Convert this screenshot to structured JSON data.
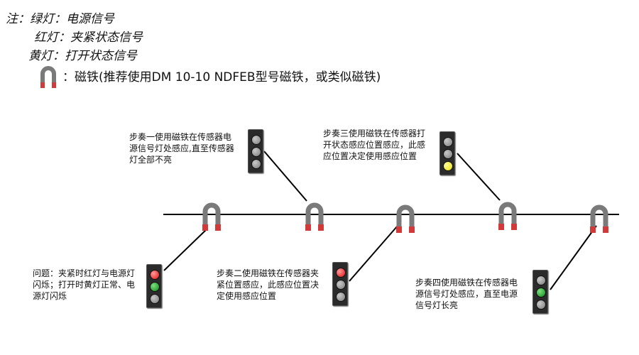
{
  "legend": {
    "line1": "注：绿灯：电源信号",
    "line2": "红灯：夹紧状态信号",
    "line3": "黄灯：打开状态信号",
    "magnet_text": "：磁铁(推荐使用DM 10-10 NDFEB型号磁铁，或类似磁铁)"
  },
  "notes": {
    "step1": [
      "步奏一使用磁铁在传感器电",
      "源信号灯处感应,直至传感器",
      "灯全部不亮"
    ],
    "step2": [
      "步奏二使用磁铁在传感器夹",
      "紧位置感应，此感应位置决",
      "定使用感应位置"
    ],
    "step3": [
      "步奏三使用磁铁在传感器打",
      "开状态感应位置感应，此感",
      "应位置决定使用感应位置"
    ],
    "step4": [
      "步奏四使用磁铁在传感器电",
      "源信号灯处感应，直至电源",
      "信号灯长亮"
    ],
    "problem": [
      "问题：夹紧时红灯与电源灯",
      "闪烁；打开时黄灯正常、电",
      "源灯闪烁"
    ]
  },
  "lights": {
    "step1": [
      "off",
      "off",
      "off"
    ],
    "step2": [
      "red",
      "off",
      "off"
    ],
    "step3": [
      "off",
      "off",
      "yellow"
    ],
    "step4": [
      "off",
      "green",
      "off"
    ],
    "problem": [
      "red",
      "green",
      "off"
    ]
  },
  "colors": {
    "magnet_body": "#7a7a7a",
    "magnet_pole": "#d23a3a",
    "red": "#e01010",
    "green": "#0c8a1a",
    "yellow": "#f0e000"
  },
  "icons": {
    "magnet": "magnet-icon",
    "signal_light": "traffic-light-icon"
  }
}
